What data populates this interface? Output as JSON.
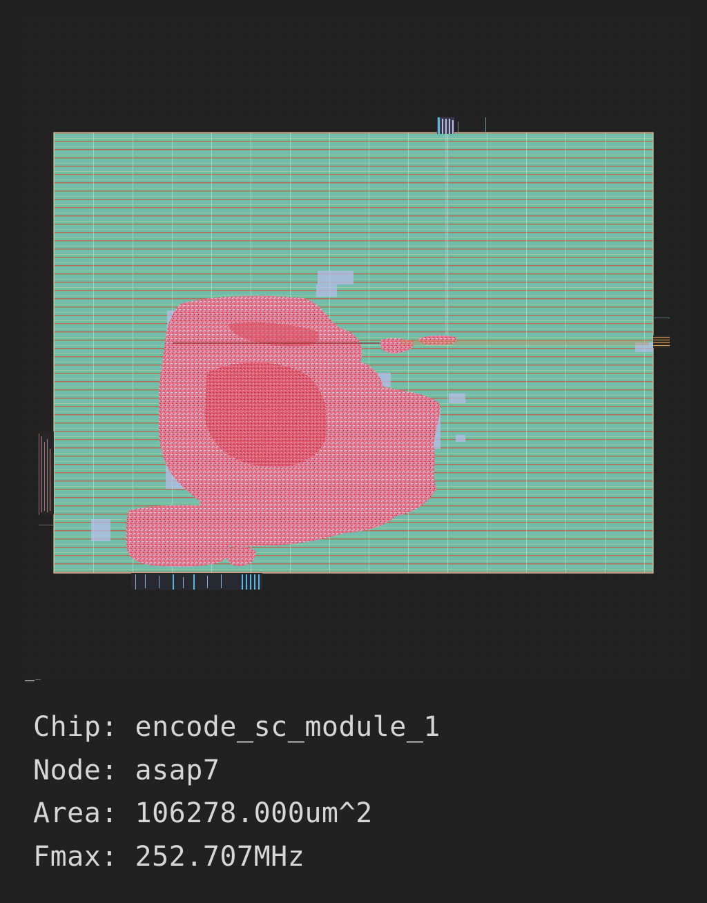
{
  "theme": {
    "background": "#212121",
    "text": "#d6d6d6",
    "die_fill": "#6fbfa6",
    "cell_cluster": "#e8707e",
    "route_blue": "#8fb8e8",
    "route_red": "#d8504c",
    "io_pin": "#5ab8e0"
  },
  "layout": {
    "icon": "chip-layout-image"
  },
  "info": {
    "chip_label": "Chip:",
    "chip_value": "encode_sc_module_1",
    "node_label": "Node:",
    "node_value": "asap7",
    "area_label": "Area:",
    "area_value": "106278.000um^2",
    "fmax_label": "Fmax:",
    "fmax_value": "252.707MHz"
  }
}
